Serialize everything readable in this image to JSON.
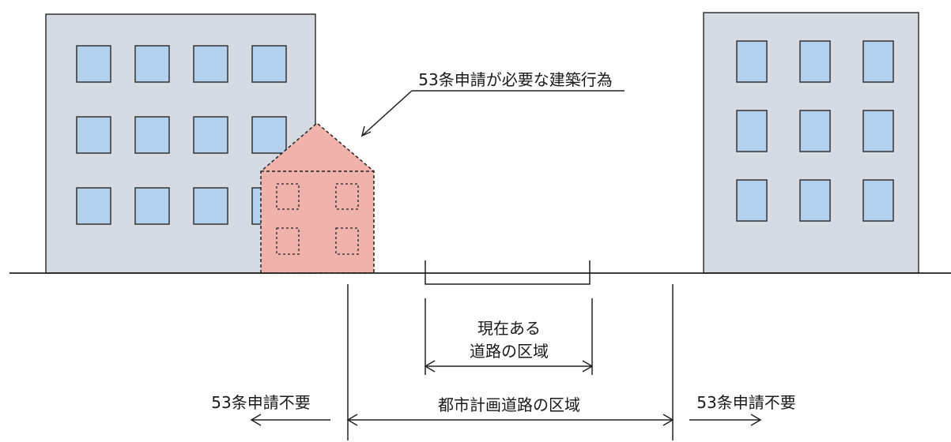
{
  "diagram": {
    "callout_label": "53条申請が必要な建築行為",
    "current_road_label_line1": "現在ある",
    "current_road_label_line2": "道路の区域",
    "planned_road_label": "都市計画道路の区域",
    "left_not_required_label": "53条申請不要",
    "right_not_required_label": "53条申請不要"
  },
  "colors": {
    "building_fill": "#d5dae3",
    "window_fill": "#b3d1ec",
    "house_fill": "#efb3ab",
    "line": "#222222"
  }
}
